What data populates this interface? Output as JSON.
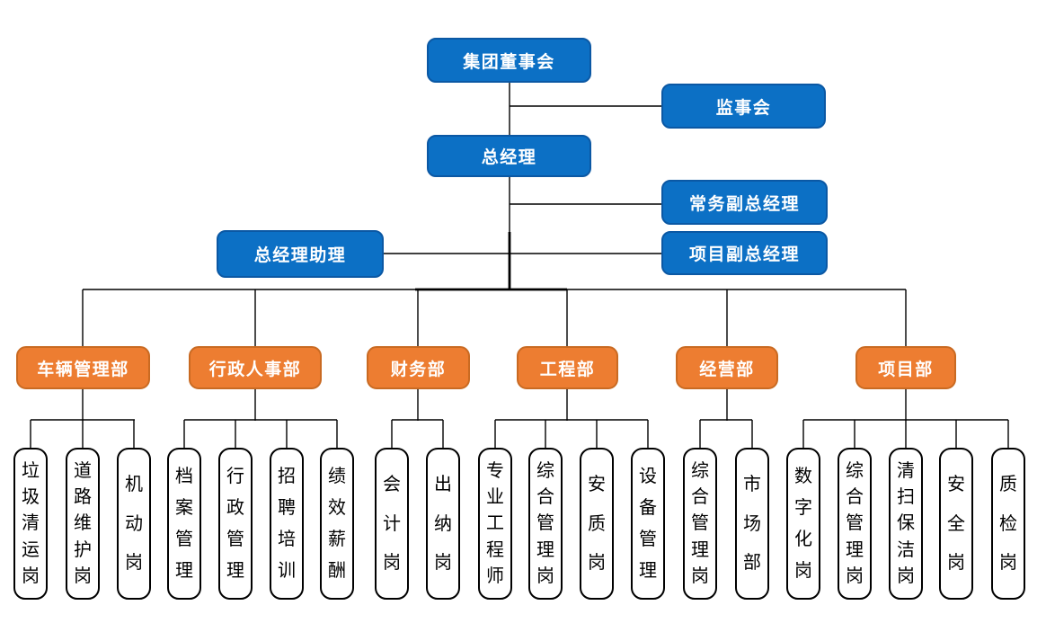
{
  "org": {
    "board": "集团董事会",
    "supervisory_board": "监事会",
    "general_manager": "总经理",
    "executive_deputy_gm": "常务副总经理",
    "gm_assistant": "总经理助理",
    "project_deputy_gm": "项目副总经理",
    "departments": [
      {
        "name": "车辆管理部",
        "positions": [
          "垃圾清运岗",
          "道路维护岗",
          "机动岗"
        ]
      },
      {
        "name": "行政人事部",
        "positions": [
          "档案管理",
          "行政管理",
          "招聘培训",
          "绩效薪酬"
        ]
      },
      {
        "name": "财务部",
        "positions": [
          "会计岗",
          "出纳岗"
        ]
      },
      {
        "name": "工程部",
        "positions": [
          "专业工程师",
          "综合管理岗",
          "安质岗",
          "设备管理"
        ]
      },
      {
        "name": "经营部",
        "positions": [
          "综合管理岗",
          "市场部"
        ]
      },
      {
        "name": "项目部",
        "positions": [
          "数字化岗",
          "综合管理岗",
          "清扫保洁岗",
          "安全岗",
          "质检岗"
        ]
      }
    ]
  },
  "colors": {
    "node_blue": "#0C70C5",
    "node_blue_border": "#0B58A4",
    "node_orange": "#ED7D31",
    "node_orange_border": "#C96A22",
    "connector": "#000000",
    "position_box_bg": "#FFFFFF",
    "position_box_border": "#000000",
    "text_on_color": "#FFFFFF",
    "text_dark": "#000000"
  }
}
